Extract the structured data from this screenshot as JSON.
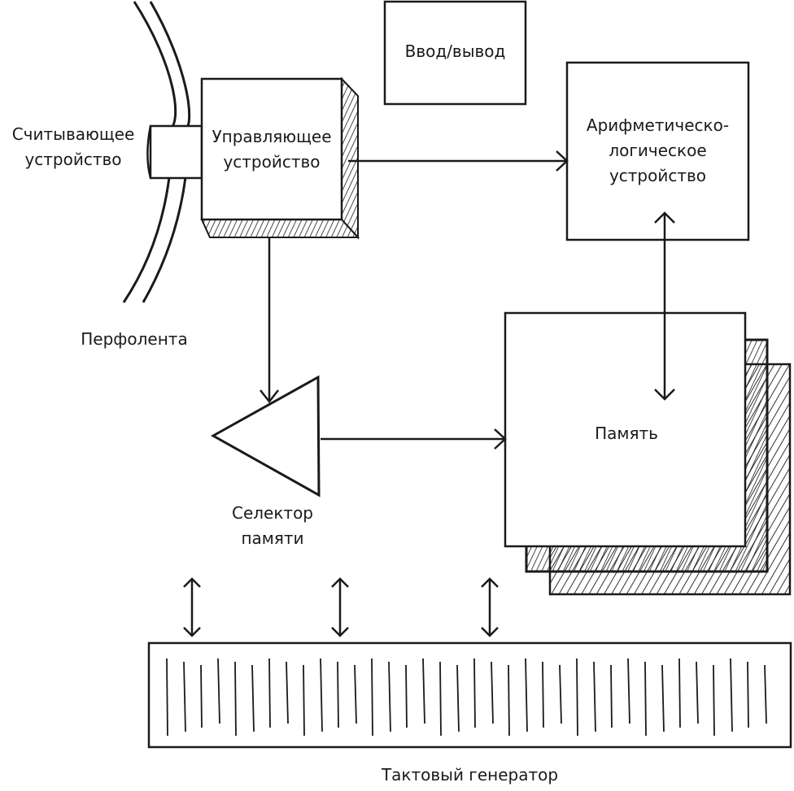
{
  "diagram": {
    "nodes": {
      "reader": {
        "lines": [
          "Считывающее",
          "устройство"
        ]
      },
      "tape": {
        "label": "Перфолента"
      },
      "control": {
        "lines": [
          "Управляющее",
          "устройство"
        ]
      },
      "io": {
        "label": "Ввод/вывод"
      },
      "alu": {
        "lines": [
          "Арифметическо-",
          "логическое",
          "устройство"
        ]
      },
      "selector": {
        "lines": [
          "Селектор",
          "памяти"
        ]
      },
      "memory": {
        "label": "Память"
      },
      "clock": {
        "label": "Тактовый генератор"
      }
    },
    "edges": [
      {
        "from": "control",
        "to": "alu",
        "direction": "forward"
      },
      {
        "from": "control",
        "to": "selector",
        "direction": "forward"
      },
      {
        "from": "selector",
        "to": "memory",
        "direction": "forward"
      },
      {
        "from": "alu",
        "to": "memory",
        "direction": "bidirectional"
      },
      {
        "from": "clock",
        "to": "selector",
        "direction": "bidirectional"
      },
      {
        "from": "clock",
        "to": "selector",
        "direction": "bidirectional"
      },
      {
        "from": "clock",
        "to": "memory",
        "direction": "bidirectional"
      }
    ],
    "colors": {
      "stroke": "#1a1a1a",
      "background": "#ffffff"
    }
  }
}
